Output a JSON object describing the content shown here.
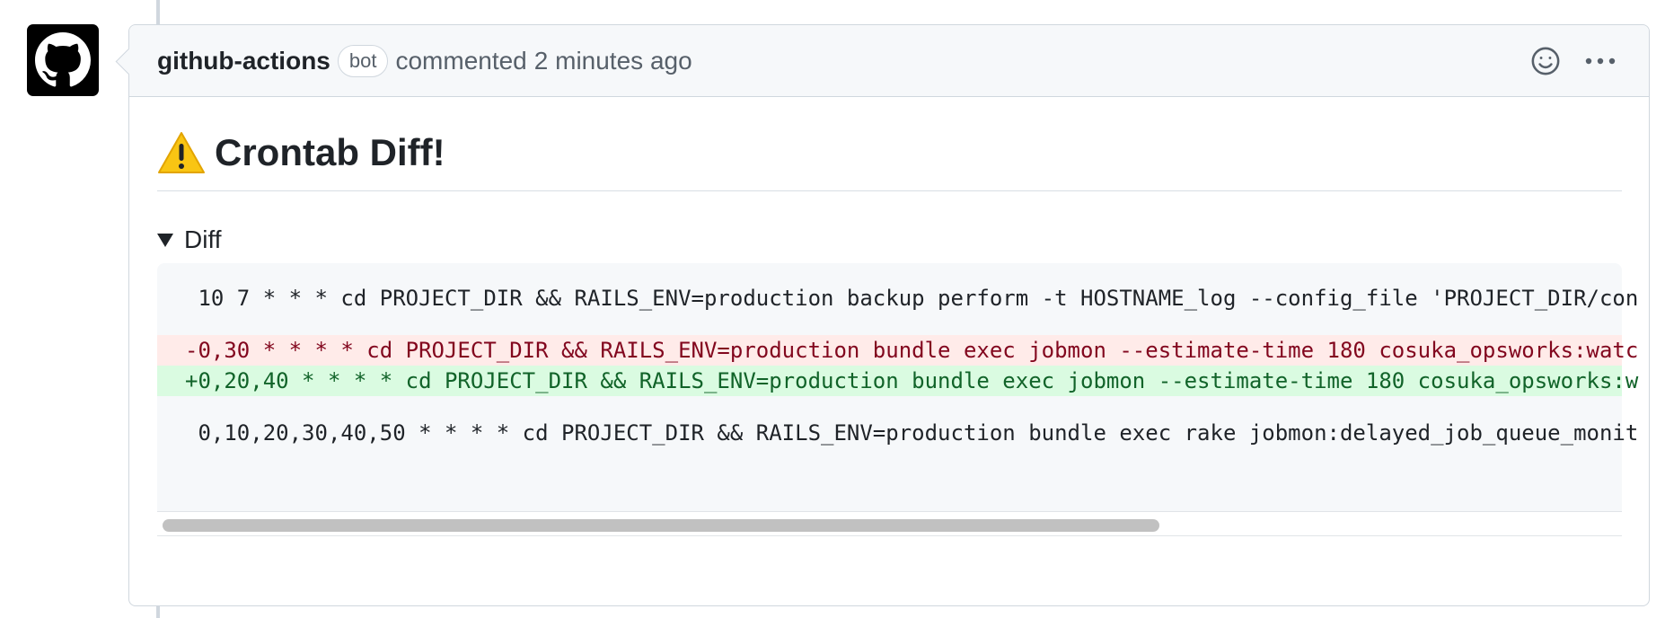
{
  "comment": {
    "author": "github-actions",
    "badge": "bot",
    "action": "commented",
    "time": "2 minutes ago"
  },
  "body": {
    "heading": "Crontab Diff!",
    "details_summary": "Diff",
    "diff_lines": [
      {
        "kind": "context",
        "text": " 10 7 * * * cd PROJECT_DIR && RAILS_ENV=production backup perform -t HOSTNAME_log --config_file 'PROJECT_DIR/con"
      },
      {
        "kind": "deleted",
        "text": "-0,30 * * * * cd PROJECT_DIR && RAILS_ENV=production bundle exec jobmon --estimate-time 180 cosuka_opsworks:watc"
      },
      {
        "kind": "added",
        "text": "+0,20,40 * * * * cd PROJECT_DIR && RAILS_ENV=production bundle exec jobmon --estimate-time 180 cosuka_opsworks:w"
      },
      {
        "kind": "context",
        "text": " 0,10,20,30,40,50 * * * * cd PROJECT_DIR && RAILS_ENV=production bundle exec rake jobmon:delayed_job_queue_monit"
      }
    ]
  },
  "icons": {
    "avatar": "github-mark-icon",
    "reaction": "smiley-icon",
    "menu": "kebab-horizontal-icon",
    "warning": "warning-emoji-icon",
    "details": "triangle-down-icon"
  },
  "colors": {
    "deleted_bg": "#ffebe9",
    "deleted_fg": "#82071e",
    "added_bg": "#dafbe1",
    "added_fg": "#116329"
  }
}
